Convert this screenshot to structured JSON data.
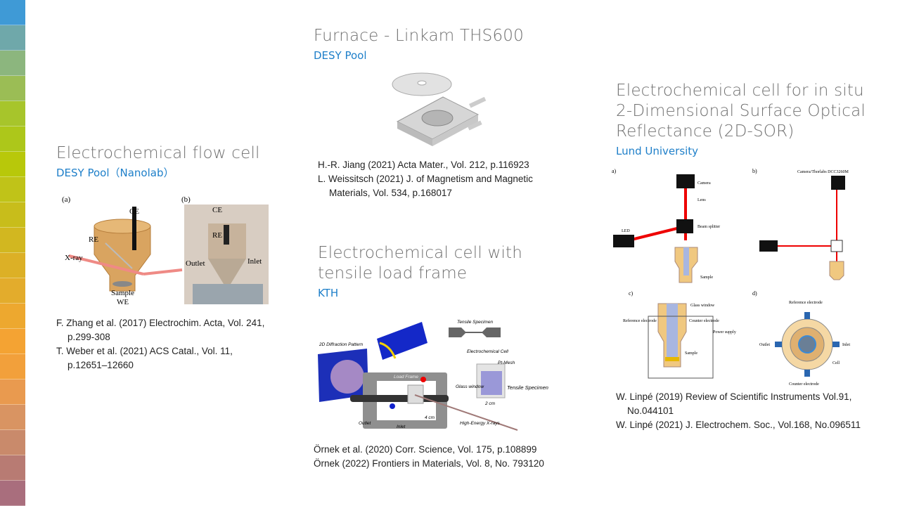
{
  "colorbar": [
    "#3f9ad6",
    "#6fa8aa",
    "#8cb67e",
    "#9bbd55",
    "#a7c52b",
    "#adc71a",
    "#b8c80a",
    "#c0c318",
    "#c8bd1b",
    "#d2b720",
    "#dcb026",
    "#e3ac2c",
    "#eda82f",
    "#f4a333",
    "#f2a03b",
    "#e99a4f",
    "#d99462",
    "#c98a6b",
    "#b87b73",
    "#a96e7d"
  ],
  "flow_cell": {
    "title": "Electrochemical flow cell",
    "subtitle": "DESY Pool（Nanolab）",
    "figure": {
      "panel_a": "(a)",
      "panel_b": "(b)",
      "ce": "CE",
      "re": "RE",
      "xray": "X-ray",
      "sample": "Sample",
      "we": "WE",
      "ce_b": "CE",
      "re_b": "RE",
      "outlet": "Outlet",
      "inlet": "Inlet"
    },
    "citations": [
      "F. Zhang et al. (2017) Electrochim. Acta, Vol. 241, p.299-308",
      "T. Weber et al. (2021) ACS Catal., Vol. 11, p.12651–12660"
    ]
  },
  "furnace": {
    "title": "Furnace - Linkam THS600",
    "subtitle": "DESY Pool",
    "citations": [
      "H.-R. Jiang (2021) Acta Mater., Vol. 212, p.116923",
      "L. Weissitsch (2021) J. of Magnetism and Magnetic Materials, Vol. 534, p.168017"
    ]
  },
  "tensile": {
    "title_lines": [
      "Electrochemical cell with",
      "tensile load frame"
    ],
    "subtitle": "KTH",
    "figure": {
      "diffraction": "2D Diffraction Pattern",
      "load_frame": "Load Frame",
      "specimen": "Tensile Specimen",
      "cell": "Electrochemical Cell",
      "mesh": "Pt-Mesh",
      "glass": "Glass window",
      "specimen2": "Tensile Specimen",
      "scale2": "2 cm",
      "outlet": "Outlet",
      "inlet": "Inlet",
      "scale4": "4 cm",
      "xrays": "High-Energy X-rays"
    },
    "citations": [
      "Örnek et al. (2020) Corr. Science, Vol. 175, p.108899",
      "Örnek (2022) Frontiers in Materials, Vol. 8, No. 793120"
    ]
  },
  "sor": {
    "title_lines": [
      "Electrochemical cell for in situ",
      "2-Dimensional Surface Optical",
      "Reflectance (2D-SOR)"
    ],
    "subtitle": "Lund University",
    "figure": {
      "a": "a)",
      "b": "b)",
      "c": "c)",
      "d": "d)",
      "camera": "Camera",
      "lens": "Lens",
      "beam_splitter": "Beam splitter",
      "led": "LED",
      "camera_b": "Camera/Thorlabs DCC3260M",
      "sample": "Sample",
      "glass": "Glass window",
      "ref": "Reference electrode",
      "counter": "Counter electrode",
      "power": "Power supply",
      "outlet": "Outlet",
      "inlet": "Inlet",
      "cell": "Cell"
    },
    "citations": [
      "W. Linpé (2019) Review of Scientific Instruments Vol.91, No.044101",
      "W. Linpé (2021) J. Electrochem. Soc., Vol.168, No.096511"
    ]
  }
}
